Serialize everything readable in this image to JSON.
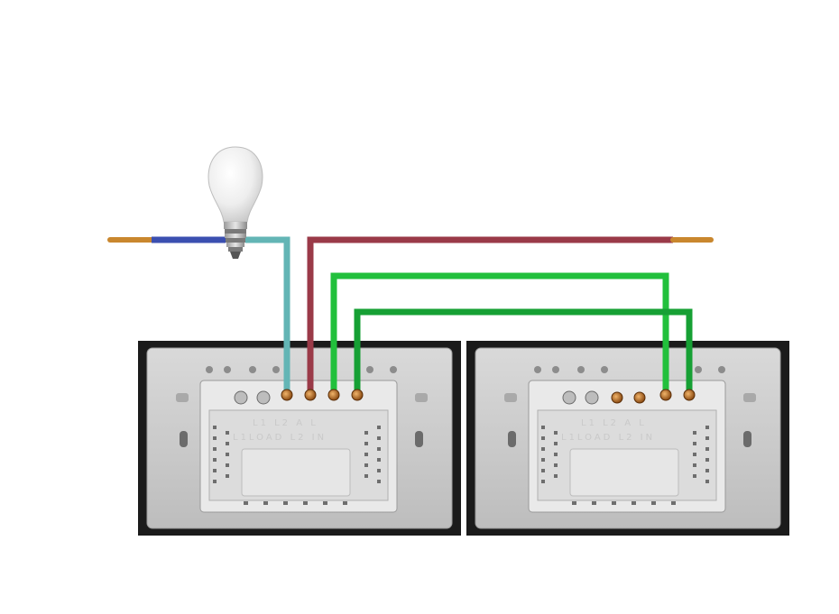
{
  "diagram": {
    "type": "wiring-diagram",
    "components": [
      {
        "name": "light-bulb",
        "kind": "bulb"
      },
      {
        "name": "switch-left",
        "kind": "wall-switch-back"
      },
      {
        "name": "switch-right",
        "kind": "wall-switch-back"
      }
    ],
    "wires": [
      {
        "name": "neutral-wire",
        "color": "#3b4fb0"
      },
      {
        "name": "bulb-to-switch-wire",
        "color": "#63b5b5"
      },
      {
        "name": "live-wire",
        "color": "#9a3a48"
      },
      {
        "name": "traveler-wire-1",
        "color": "#22c03c"
      },
      {
        "name": "traveler-wire-2",
        "color": "#16a034"
      }
    ],
    "terminal_text": {
      "left_top": "L1 L2 A L",
      "left_bottom": "L1LOAD L2 IN",
      "right_top": "L1 L2 A L",
      "right_bottom": "L1LOAD L2 IN"
    },
    "colors": {
      "plate_border": "#1a1a1a",
      "plate_fill": "#cfcfcf",
      "module_fill": "#e9e9e9",
      "screw": "#b5651d",
      "copper": "#c9872e"
    }
  }
}
